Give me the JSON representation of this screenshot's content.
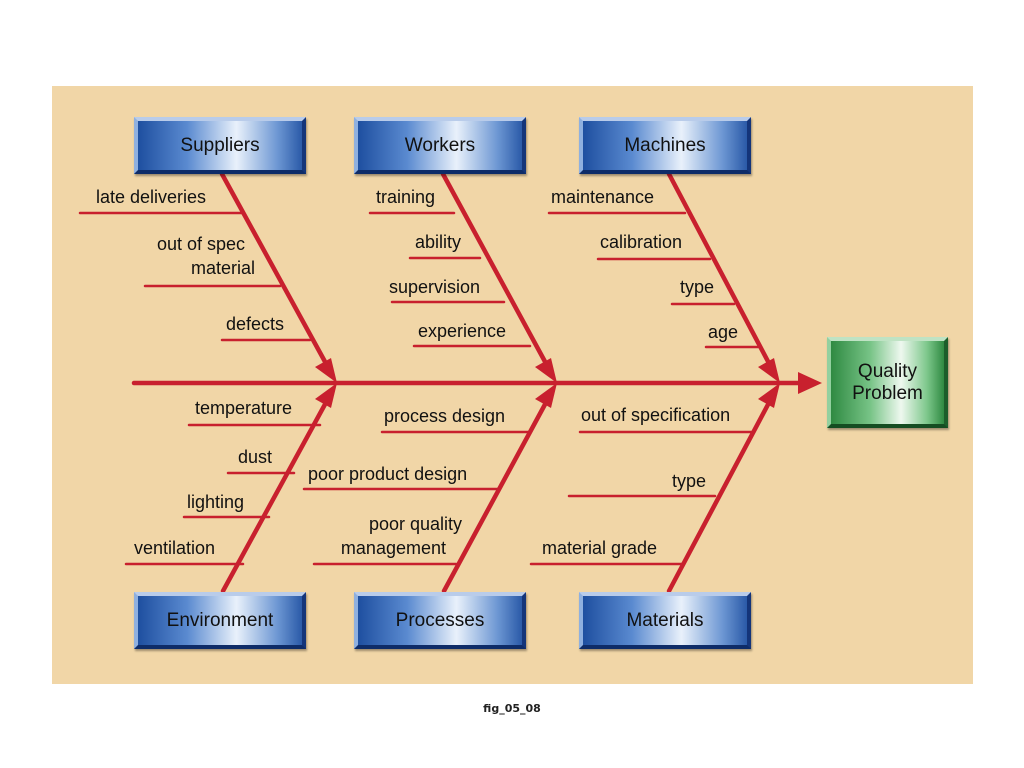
{
  "effect": "Quality Problem",
  "effect_lines": [
    "Quality",
    "Problem"
  ],
  "categories": {
    "suppliers": "Suppliers",
    "workers": "Workers",
    "machines": "Machines",
    "environment": "Environment",
    "processes": "Processes",
    "materials": "Materials"
  },
  "causes": {
    "suppliers": [
      "late deliveries",
      "out of spec",
      "material",
      "defects"
    ],
    "workers": [
      "training",
      "ability",
      "supervision",
      "experience"
    ],
    "machines": [
      "maintenance",
      "calibration",
      "type",
      "age"
    ],
    "environment": [
      "temperature",
      "dust",
      "lighting",
      "ventilation"
    ],
    "processes": [
      "process design",
      "poor product design",
      "poor quality",
      "management"
    ],
    "materials": [
      "out of specification",
      "type",
      "material grade"
    ]
  },
  "caption": "fig_05_08",
  "colors": {
    "background": "#f1d6a7",
    "bone": "#c8202e",
    "category_box": "#2a5aa8",
    "effect_box": "#2f8a42"
  }
}
